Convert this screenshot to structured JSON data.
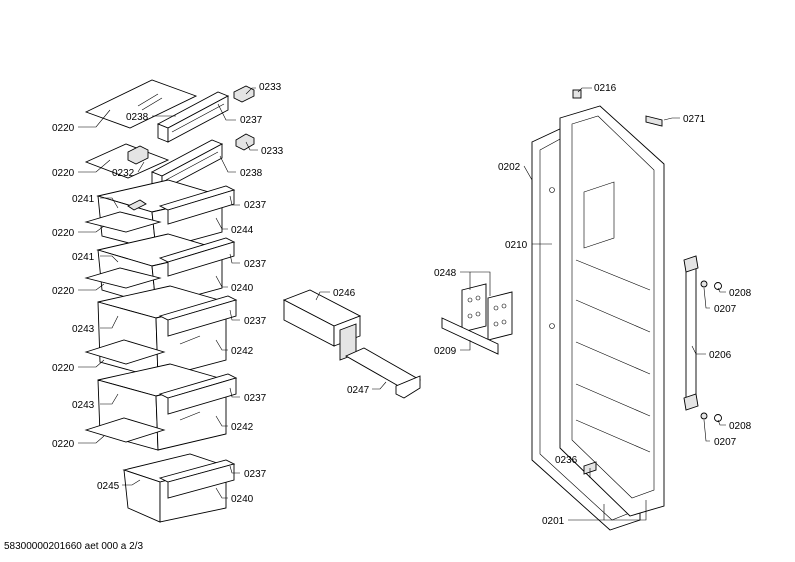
{
  "labels": {
    "l0220a": "0220",
    "l0238a": "0238",
    "l0233a": "0233",
    "l0237a": "0237",
    "l0233b": "0233",
    "l0220b": "0220",
    "l0232": "0232",
    "l0238b": "0238",
    "l0241a": "0241",
    "l0237b": "0237",
    "l0220c": "0220",
    "l0244": "0244",
    "l0241b": "0241",
    "l0237c": "0237",
    "l0220d": "0220",
    "l0240a": "0240",
    "l0243a": "0243",
    "l0237d": "0237",
    "l0242a": "0242",
    "l0220e": "0220",
    "l0243b": "0243",
    "l0237e": "0237",
    "l0242b": "0242",
    "l0220f": "0220",
    "l0245": "0245",
    "l0237f": "0237",
    "l0240b": "0240",
    "l0246": "0246",
    "l0247": "0247",
    "l0248": "0248",
    "l0209": "0209",
    "l0202": "0202",
    "l0210": "0210",
    "l0216": "0216",
    "l0271": "0271",
    "l0208a": "0208",
    "l0207a": "0207",
    "l0206": "0206",
    "l0208b": "0208",
    "l0207b": "0207",
    "l0236": "0236",
    "l0201": "0201"
  },
  "footer": {
    "document_id": "58300000201660 aet 000 a 2/3"
  }
}
